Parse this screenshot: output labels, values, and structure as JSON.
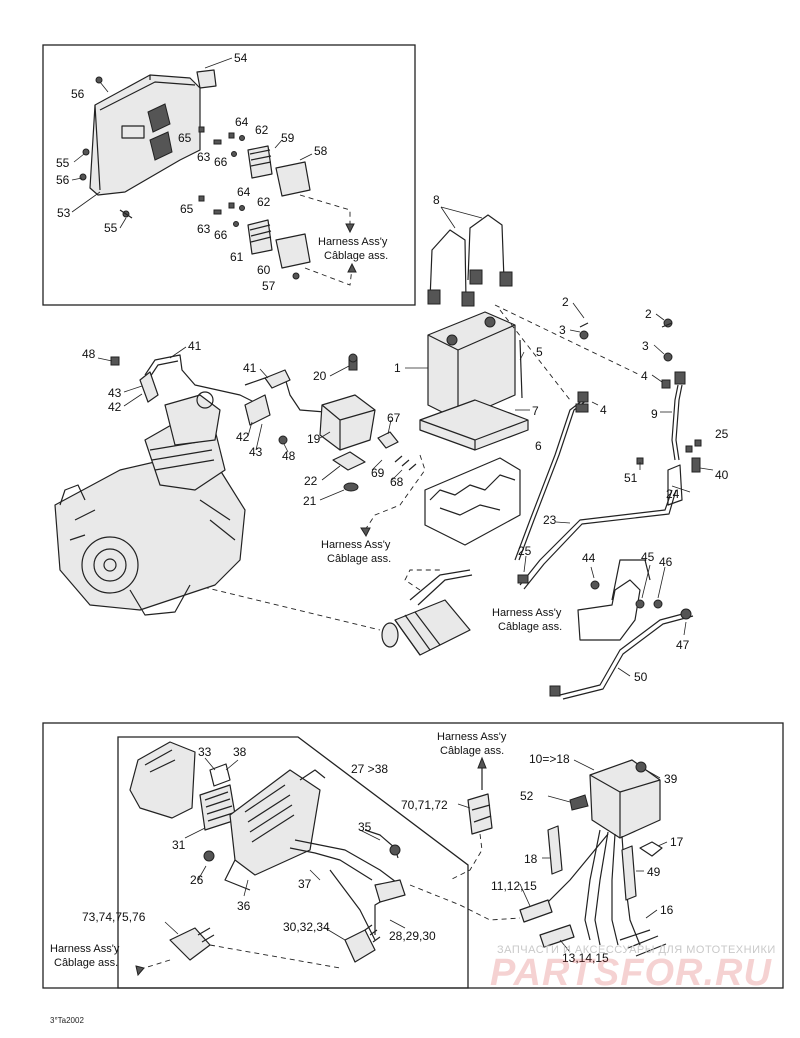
{
  "harness_labels": {
    "top_panel_en": "Harness Ass'y",
    "top_panel_fr": "Câblage ass.",
    "engine_en": "Harness Ass'y",
    "engine_fr": "Câblage ass.",
    "starter_en": "Harness Ass'y",
    "starter_fr": "Câblage ass.",
    "bottom_top_en": "Harness Ass'y",
    "bottom_top_fr": "Câblage ass.",
    "bottom_left_en": "Harness Ass'y",
    "bottom_left_fr": "Câblage ass."
  },
  "callouts": {
    "c54": "54",
    "c56a": "56",
    "c55a": "55",
    "c56b": "56",
    "c53": "53",
    "c55b": "55",
    "c65a": "65",
    "c64a": "64",
    "c62a": "62",
    "c63a": "63",
    "c66a": "66",
    "c59": "59",
    "c58": "58",
    "c64b": "64",
    "c65b": "65",
    "c62b": "62",
    "c63b": "63",
    "c66b": "66",
    "c61": "61",
    "c60": "60",
    "c57": "57",
    "c8": "8",
    "c2a": "2",
    "c3a": "3",
    "c1": "1",
    "c5": "5",
    "c4a": "4",
    "c7": "7",
    "c6": "6",
    "c2b": "2",
    "c3b": "3",
    "c4b": "4",
    "c9": "9",
    "c25a": "25",
    "c51": "51",
    "c40": "40",
    "c24": "24",
    "c23": "23",
    "c25b": "25",
    "c44": "44",
    "c45": "45",
    "c46": "46",
    "c47": "47",
    "c50": "50",
    "c48a": "48",
    "c41a": "41",
    "c43a": "43",
    "c42a": "42",
    "c41b": "41",
    "c20": "20",
    "c42b": "42",
    "c43b": "43",
    "c48b": "48",
    "c19": "19",
    "c67": "67",
    "c69": "69",
    "c22": "22",
    "c68": "68",
    "c21": "21",
    "c33": "33",
    "c38": "38",
    "c27": "27 >38",
    "c31": "31",
    "c35": "35",
    "c26": "26",
    "c37": "37",
    "c36": "36",
    "c30_34": "30,32,34",
    "c28_30": "28,29,30",
    "c73_76": "73,74,75,76",
    "c70_72": "70,71,72",
    "c10_18": "10=>18",
    "c39": "39",
    "c52": "52",
    "c17": "17",
    "c18": "18",
    "c49": "49",
    "c11_15": "11,12,15",
    "c16": "16",
    "c13_15": "13,14,15"
  },
  "doc_id": "3°Ta2002",
  "watermark": {
    "line1": "ЗАПЧАСТИ И АКСЕССУАРЫ ДЛЯ МОТОТЕХНИКИ",
    "brand": "PARTSFOR.RU"
  }
}
